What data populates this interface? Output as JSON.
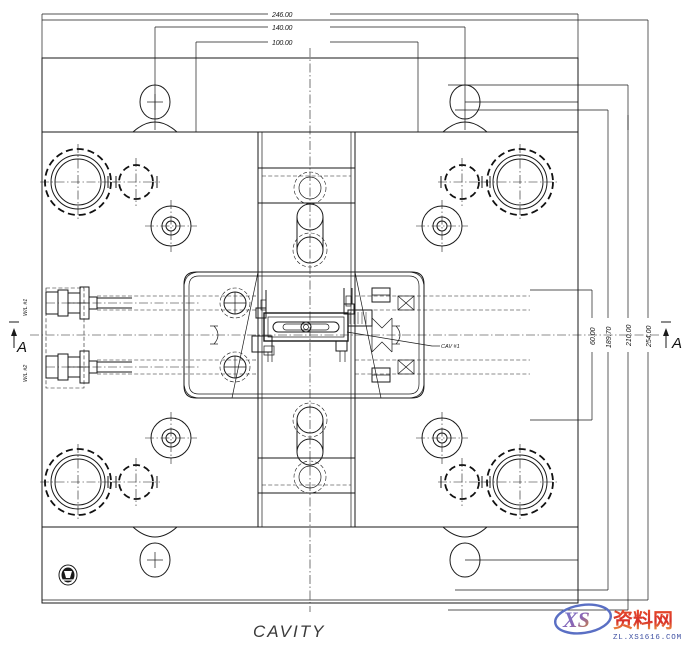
{
  "drawing": {
    "title": "CAVITY",
    "type": "injection-mold-cavity-plate-plan-view",
    "section_marker_left": "A",
    "section_marker_right": "A",
    "cavity_callout": "CAV #1",
    "waterline_labels": [
      "W/L #1",
      "W/L #2"
    ]
  },
  "dimensions": {
    "horizontal": [
      {
        "value": "246.00",
        "position": "top-outer"
      },
      {
        "value": "140.00",
        "position": "top-middle"
      },
      {
        "value": "100.00",
        "position": "top-inner"
      }
    ],
    "vertical": [
      {
        "value": "60.00",
        "position": "right-inner"
      },
      {
        "value": "189.70",
        "position": "right-mid-inner"
      },
      {
        "value": "210.00",
        "position": "right-mid-outer"
      },
      {
        "value": "254.00",
        "position": "right-outer"
      }
    ]
  },
  "watermark": {
    "mark": "XS",
    "cn": "资料网",
    "domain": "ZL.XS1616.COM"
  },
  "colors": {
    "line": "#1a1a1a",
    "title": "#3a3a3a",
    "watermark_blue": "#3b4da0",
    "watermark_red": "#d8302a"
  }
}
